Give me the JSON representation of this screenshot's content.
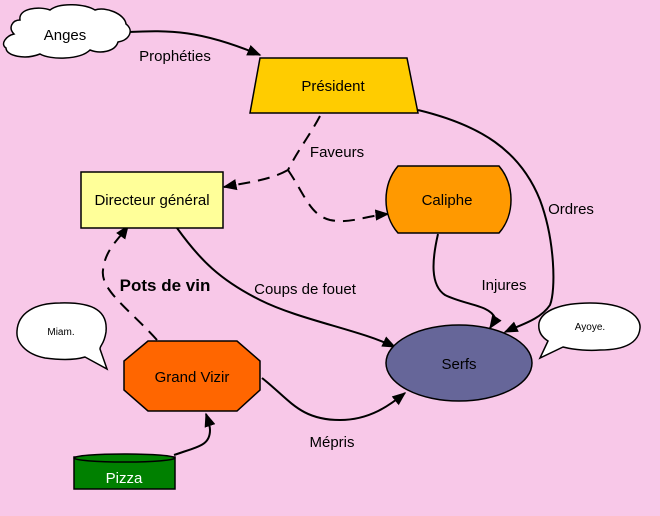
{
  "diagram": {
    "background_color": "#f8c8e8",
    "nodes": {
      "anges": {
        "label": "Anges",
        "shape": "cloud",
        "color": "#ffffff"
      },
      "president": {
        "label": "Président",
        "shape": "trapezoid",
        "color": "#ffcc00"
      },
      "directeur": {
        "label": "Directeur général",
        "shape": "rectangle",
        "color": "#ffff99"
      },
      "caliphe": {
        "label": "Caliphe",
        "shape": "rounded-tab",
        "color": "#ff9900"
      },
      "serfs": {
        "label": "Serfs",
        "shape": "ellipse",
        "color": "#666699"
      },
      "vizir": {
        "label": "Grand Vizir",
        "shape": "octagon",
        "color": "#ff6600"
      },
      "pizza": {
        "label": "Pizza",
        "shape": "cylinder",
        "color": "#008000"
      }
    },
    "callouts": {
      "miam": {
        "text": "Miam."
      },
      "ayoye": {
        "text": "Ayoye."
      }
    },
    "edges": {
      "propheties": {
        "label": "Prophéties",
        "from": "Anges",
        "to": "Président",
        "style": "solid"
      },
      "faveurs": {
        "label": "Faveurs",
        "from": "Président",
        "to": [
          "Directeur général",
          "Caliphe"
        ],
        "style": "dashed"
      },
      "ordres": {
        "label": "Ordres",
        "from": "Président",
        "to": "Serfs",
        "style": "solid"
      },
      "injures": {
        "label": "Injures",
        "from": "Caliphe",
        "to": "Serfs",
        "style": "solid"
      },
      "coups": {
        "label": "Coups de fouet",
        "from": "Directeur général",
        "to": "Serfs",
        "style": "solid"
      },
      "pots": {
        "label": "Pots de vin",
        "from": "Grand Vizir",
        "to": "Directeur général",
        "style": "dashed"
      },
      "mepris": {
        "label": "Mépris",
        "from": "Grand Vizir",
        "to": "Serfs",
        "style": "solid"
      },
      "pizza": {
        "label": "",
        "from": "Pizza",
        "to": "Grand Vizir",
        "style": "solid"
      }
    }
  }
}
